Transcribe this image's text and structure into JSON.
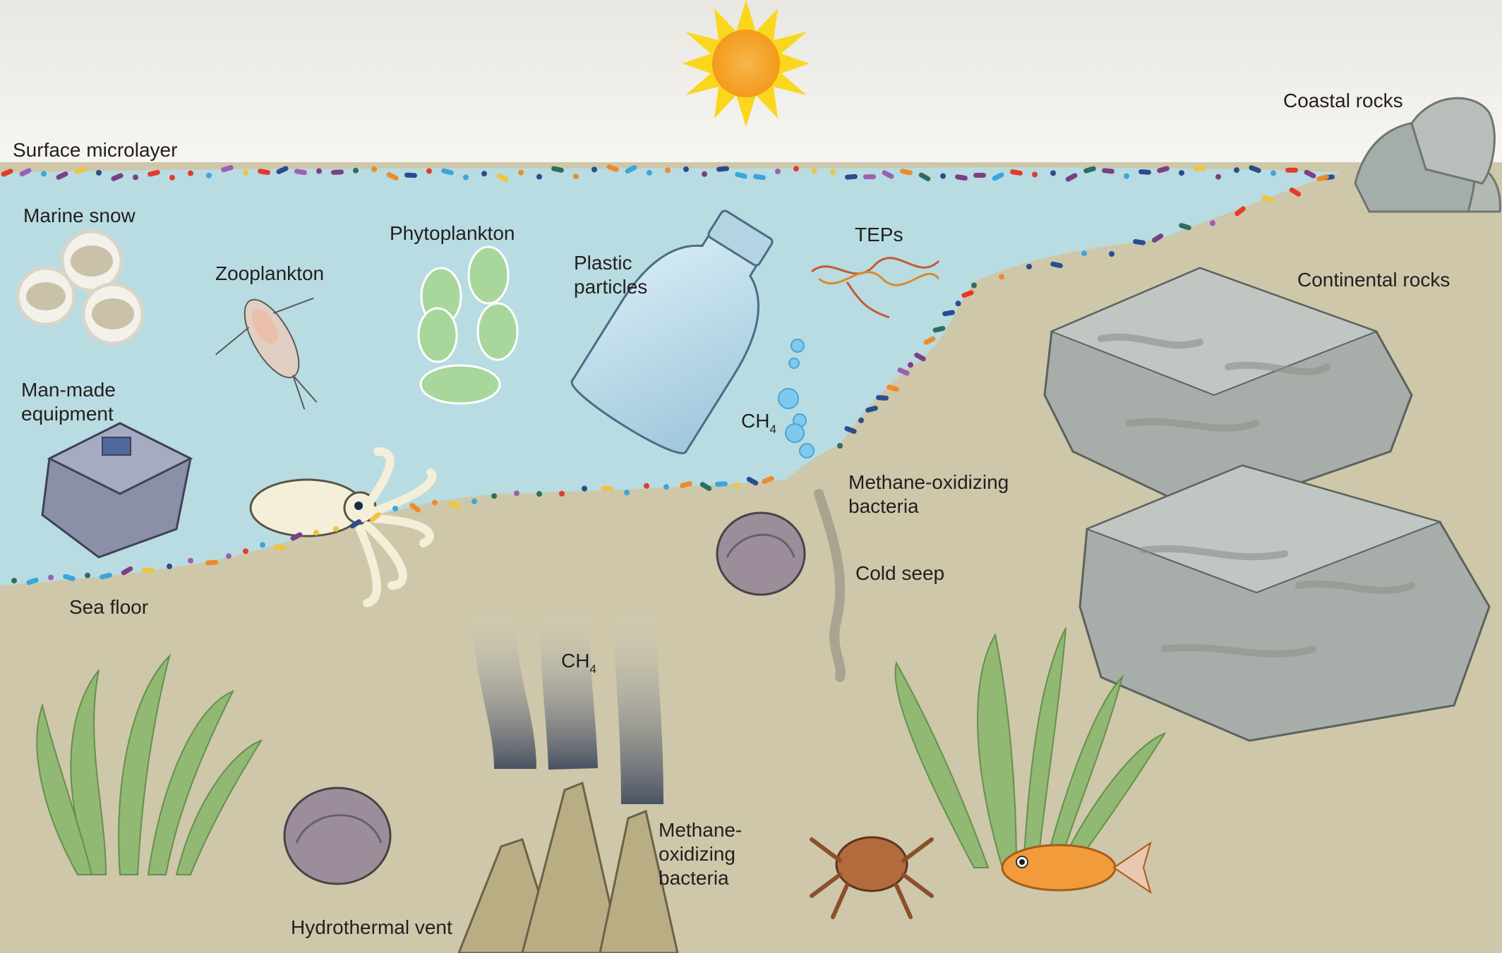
{
  "labels": {
    "surface_microlayer": "Surface microlayer",
    "marine_snow": "Marine snow",
    "zooplankton": "Zooplankton",
    "phytoplankton": "Phytoplankton",
    "plastic_particles_1": "Plastic",
    "plastic_particles_2": "particles",
    "teps": "TEPs",
    "coastal_rocks": "Coastal rocks",
    "continental_rocks": "Continental rocks",
    "man_made_1": "Man-made",
    "man_made_2": "equipment",
    "ch4_upper": "CH",
    "ch4_upper_sub": "4",
    "ch4_lower": "CH",
    "ch4_lower_sub": "4",
    "methane_oxidizing_1": "Methane-oxidizing",
    "methane_oxidizing_2": "bacteria",
    "cold_seep": "Cold seep",
    "sea_floor": "Sea floor",
    "vent_methane_1": "Methane-",
    "vent_methane_2": "oxidizing",
    "vent_methane_3": "bacteria",
    "hydrothermal_vent": "Hydrothermal vent"
  },
  "colors": {
    "sky_top": "#ece9e2",
    "sky_bottom": "#f7f6f3",
    "water": "#b9dde2",
    "sediment": "#cdc6a8",
    "rock": "#a9b0ab",
    "sun": "#f6a623",
    "bacteria": [
      "#2a4d8f",
      "#e43b2c",
      "#3aa6dd",
      "#7c3f86",
      "#f0c43f",
      "#2e6e5e",
      "#ee8a2e",
      "#9c5fb5"
    ]
  }
}
